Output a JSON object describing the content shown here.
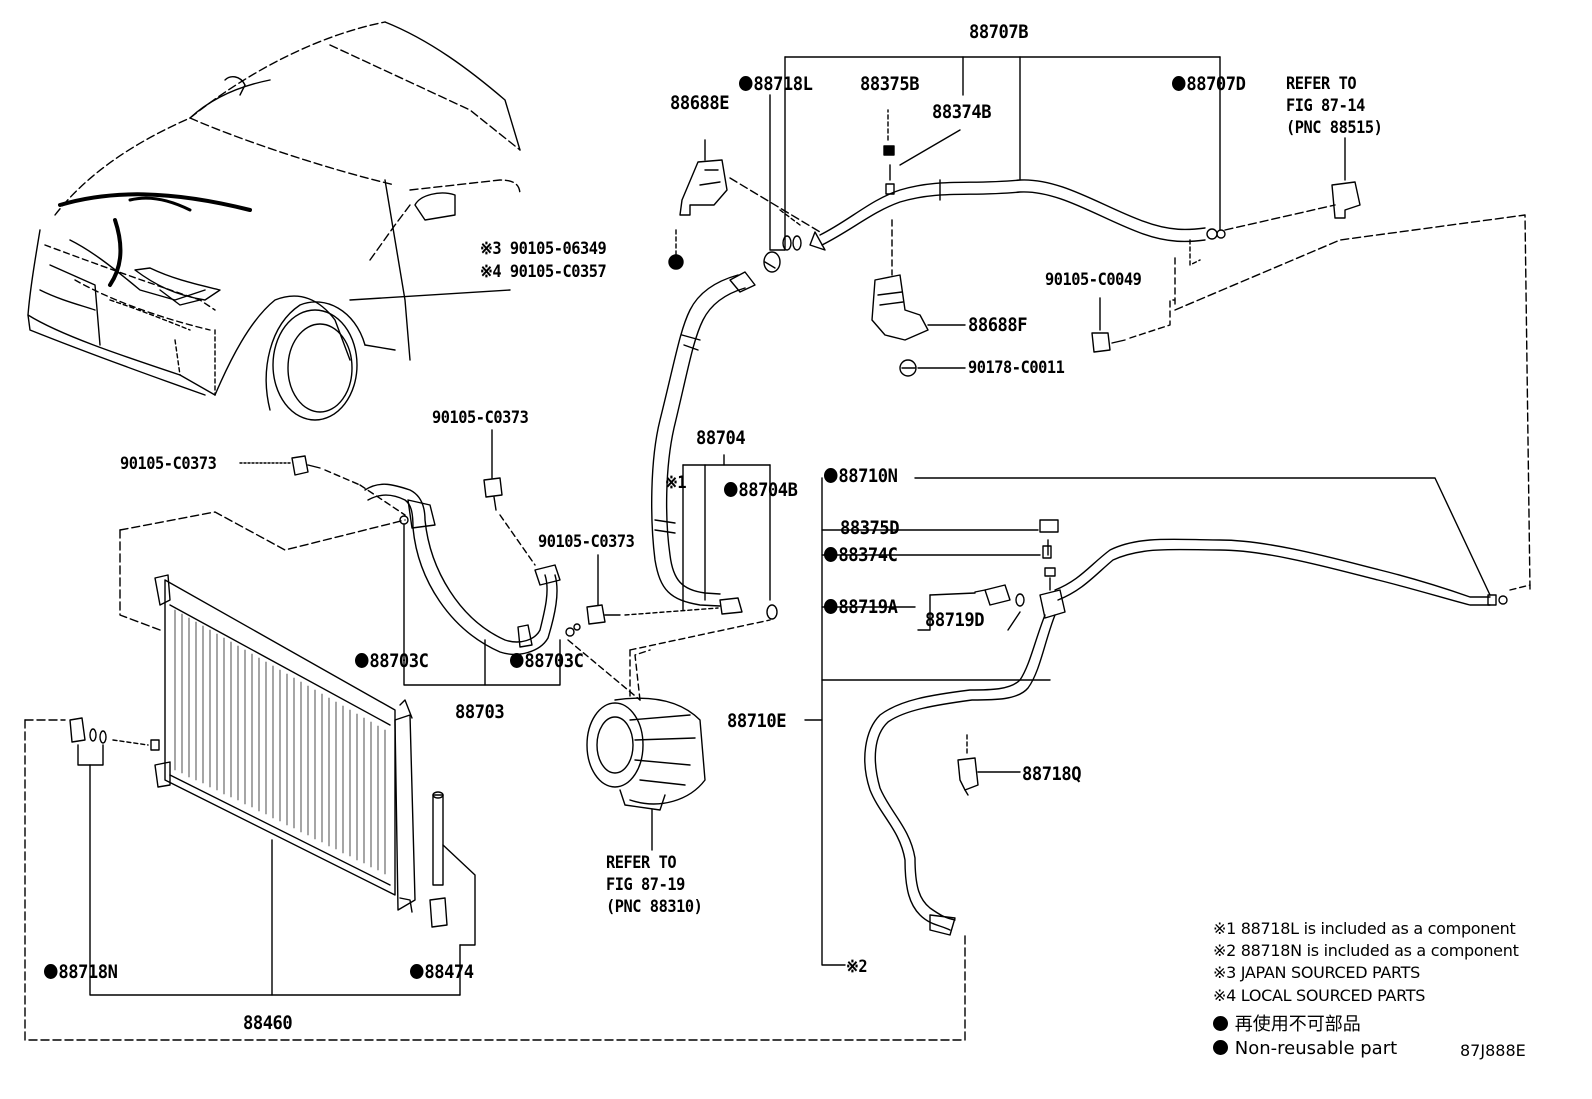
{
  "labels": {
    "l_88707B": "88707B",
    "l_88718L": "88718L",
    "l_88375B": "88375B",
    "l_88374B": "88374B",
    "l_88707D": "88707D",
    "l_88688E": "88688E",
    "l_refer1_a": "REFER TO",
    "l_refer1_b": "FIG 87-14",
    "l_refer1_c": "(PNC 88515)",
    "l_90105_06349": "※3 90105-06349",
    "l_90105_C0357": "※4 90105-C0357",
    "l_90105_C0049": "90105-C0049",
    "l_88688F": "88688F",
    "l_90178_C0011": "90178-C0011",
    "l_90105_C0373_a": "90105-C0373",
    "l_90105_C0373_b": "90105-C0373",
    "l_90105_C0373_c": "90105-C0373",
    "l_88704": "88704",
    "l_star1": "※1",
    "l_88704B": "88704B",
    "l_88710N": "88710N",
    "l_88375D": "88375D",
    "l_88374C": "88374C",
    "l_88719A": "88719A",
    "l_88719D": "88719D",
    "l_88703C_a": "88703C",
    "l_88703C_b": "88703C",
    "l_88703": "88703",
    "l_88710E": "88710E",
    "l_88718Q": "88718Q",
    "l_refer2_a": "REFER TO",
    "l_refer2_b": "FIG 87-19",
    "l_refer2_c": "(PNC 88310)",
    "l_star2": "※2",
    "l_88718N": "88718N",
    "l_88474": "88474",
    "l_88460": "88460"
  },
  "notes": {
    "n1": "※1 88718L is included as a component",
    "n2": "※2 88718N is included as a component",
    "n3": "※3 JAPAN SOURCED PARTS",
    "n4": "※4 LOCAL SOURCED PARTS"
  },
  "legend": {
    "jp": "再使用不可部品",
    "en": "Non-reusable part",
    "code": "87J888E"
  }
}
